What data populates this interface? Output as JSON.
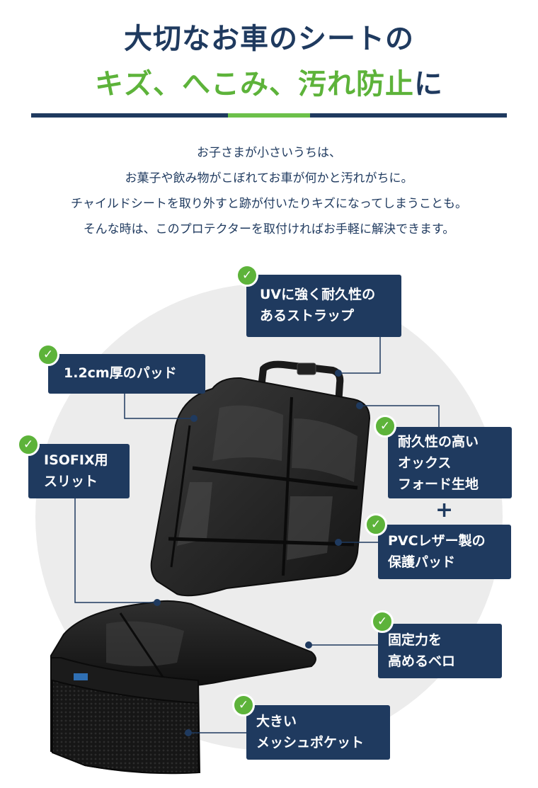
{
  "headline": {
    "line1": "大切なお車のシートの",
    "line2_green": "キズ、へこみ、汚れ防止",
    "line2_navy": "に"
  },
  "intro": {
    "lines": [
      "お子さまが小さいうちは、",
      "お菓子や飲み物がこぼれてお車が何かと汚れがちに。",
      "チャイルドシートを取り外すと跡が付いたりキズになってしまうことも。",
      "そんな時は、このプロテクターを取付ければお手軽に解決できます。"
    ]
  },
  "features": {
    "strap": {
      "line1": "UVに強く耐久性の",
      "line2": "あるストラップ"
    },
    "pad": {
      "line1": "1.2cm厚のパッド"
    },
    "isofix": {
      "line1": "ISOFIX用",
      "line2": "スリット"
    },
    "fabric": {
      "line1": "耐久性の高い",
      "line2": "オックス",
      "line3": "フォード生地"
    },
    "plus": "+",
    "pvc": {
      "line1": "PVCレザー製の",
      "line2": "保護パッド"
    },
    "velcro": {
      "line1": "固定力を",
      "line2": "高めるベロ"
    },
    "pocket": {
      "line1": "大きい",
      "line2": "メッシュポケット"
    }
  },
  "check_icon": "✓",
  "colors": {
    "navy": "#1f3a5f",
    "green": "#5db33a",
    "circle": "#ececec"
  }
}
